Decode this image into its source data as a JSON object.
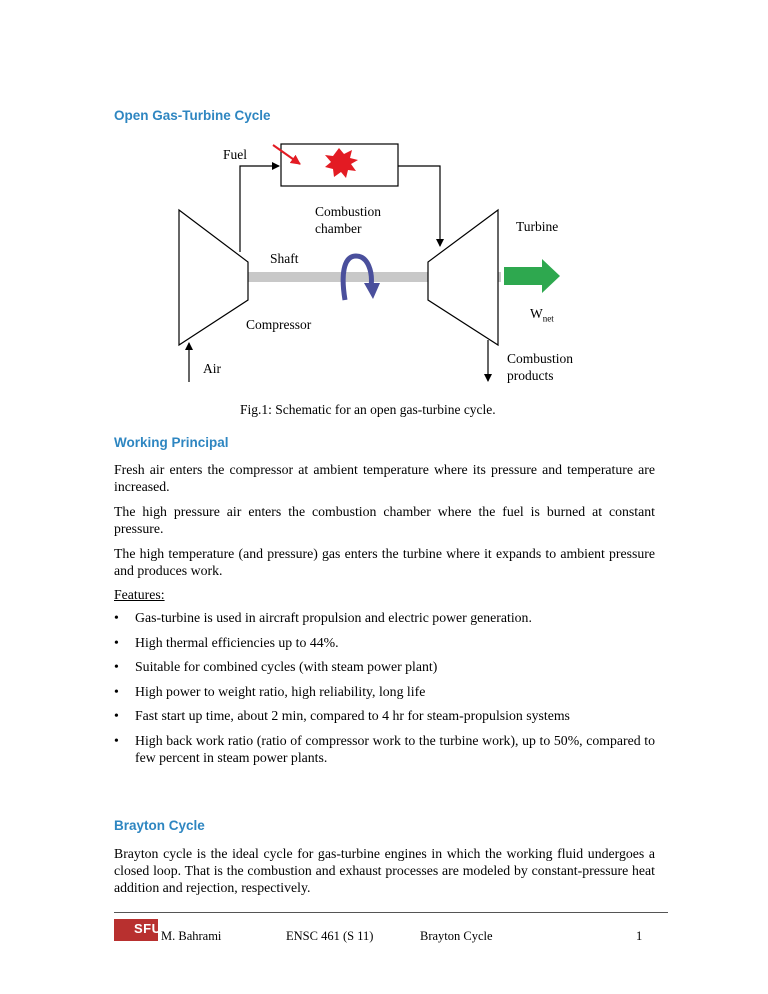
{
  "sections": {
    "open_cycle_title": "Open Gas-Turbine Cycle",
    "working_title": "Working Principal",
    "brayton_title": "Brayton Cycle"
  },
  "diagram": {
    "labels": {
      "fuel": "Fuel",
      "combustion_chamber_1": "Combustion",
      "combustion_chamber_2": "chamber",
      "turbine": "Turbine",
      "shaft": "Shaft",
      "w": "W",
      "w_sub": "net",
      "compressor": "Compressor",
      "air": "Air",
      "products_1": "Combustion",
      "products_2": "products"
    },
    "caption": "Fig.1: Schematic for an open gas-turbine cycle."
  },
  "working": {
    "p1": "Fresh air enters the compressor at ambient temperature where its pressure and temperature are increased.",
    "p2": "The high pressure air enters the combustion chamber where the fuel is burned at constant pressure.",
    "p3": "The high temperature (and pressure) gas enters the turbine where it expands to ambient pressure and produces work.",
    "features_label": "Features:",
    "bullet_glyph": "•",
    "features": [
      "Gas-turbine is used in aircraft propulsion and electric power generation.",
      "High thermal efficiencies up to 44%.",
      "Suitable for combined cycles (with steam power plant)",
      "High power to weight ratio, high reliability, long life",
      "Fast start up time, about 2 min, compared to 4 hr for steam-propulsion systems",
      "High back work ratio (ratio of compressor work to the turbine work), up to 50%, compared to few percent in steam power plants."
    ]
  },
  "brayton": {
    "p1": "Brayton cycle is the ideal cycle for gas-turbine engines in which the working fluid undergoes a closed loop. That is the combustion and exhaust processes are modeled by constant-pressure heat addition and rejection, respectively."
  },
  "footer": {
    "logo": "SFU",
    "author": "M. Bahrami",
    "course": "ENSC 461 (S 11)",
    "topic": "Brayton Cycle",
    "page": "1"
  },
  "colors": {
    "heading": "#2e86c1",
    "flame": "#e31b23",
    "arrow_green": "#2ea84f",
    "rotation_arrow": "#4a4f9c",
    "shaft": "#c8c8c8",
    "logo": "#b8302f"
  }
}
